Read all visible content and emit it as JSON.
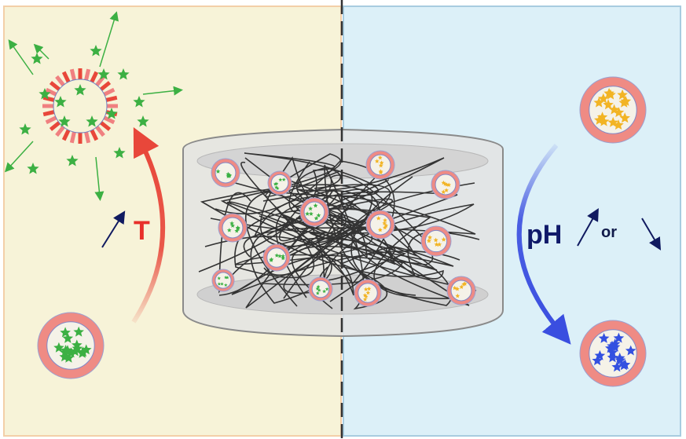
{
  "labels": {
    "temperature": "T",
    "ph": "pH",
    "or": "or"
  },
  "colors": {
    "left_panel": "#f7f3d8",
    "right_panel": "#dcf0f8",
    "temperature_arrow": "#e8473a",
    "ph_arrow": "#3a4ee0",
    "drug_green": "#3cb043",
    "drug_yellow": "#f2b424",
    "drug_blue": "#3350e0",
    "membrane": "#ef8b84"
  }
}
